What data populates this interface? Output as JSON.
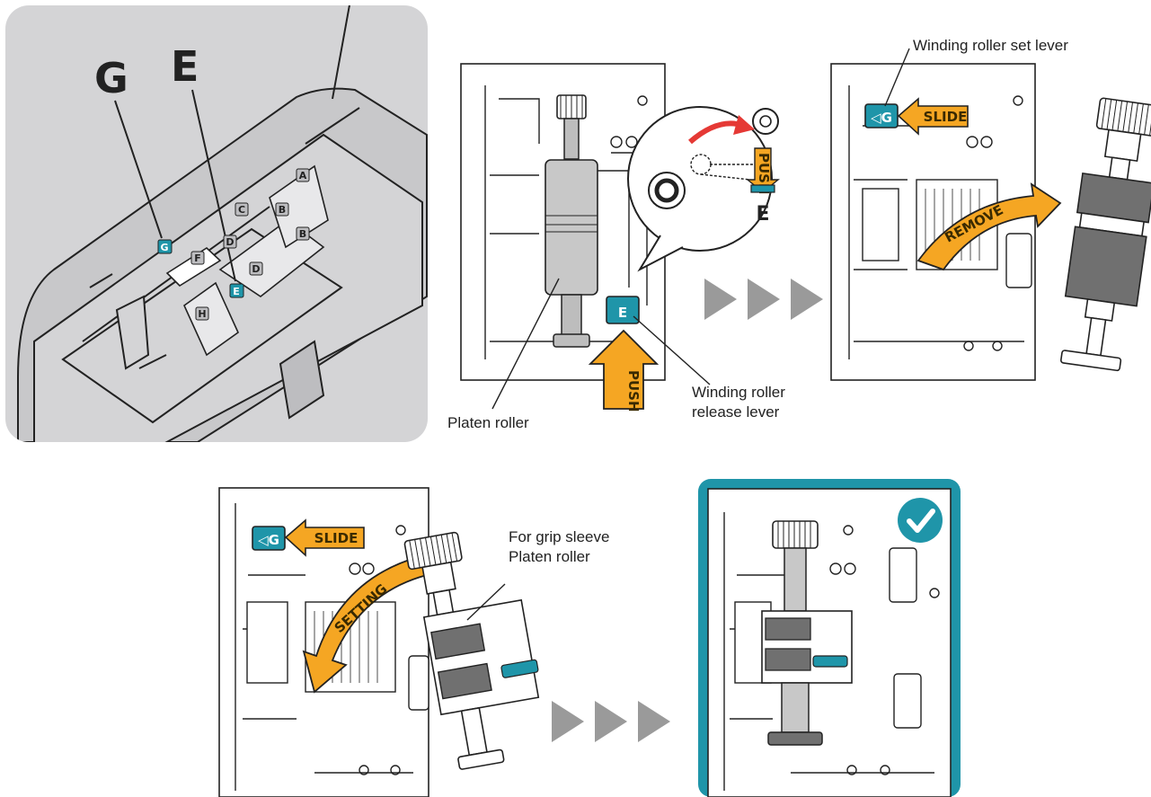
{
  "overview": {
    "big_labels": [
      "G",
      "E"
    ],
    "small_tags": [
      "A",
      "B",
      "B",
      "C",
      "D",
      "D",
      "F",
      "H",
      "G",
      "E"
    ]
  },
  "step1": {
    "push_label": "PUSH",
    "callout_push_label": "PUSH",
    "lever_tag": "E",
    "callout_letter": "E",
    "platen_roller_label": "Platen roller",
    "release_lever_label_line1": "Winding roller",
    "release_lever_label_line2": "release lever"
  },
  "step2": {
    "set_lever_label": "Winding roller set lever",
    "slide_label": "SLIDE",
    "lever_tag": "◁G",
    "remove_label": "REMOVE"
  },
  "step3": {
    "slide_label": "SLIDE",
    "lever_tag": "◁G",
    "setting_label": "SETTING",
    "grip_label_line1": "For grip sleeve",
    "grip_label_line2": "Platen roller"
  },
  "step4": {
    "check_icon": "check-circle-icon"
  },
  "colors": {
    "teal": "#1f95a9",
    "orange": "#f5a623",
    "red_arrow": "#e53935",
    "grey_panel": "#d4d4d6",
    "chevron_grey": "#9a9a9a",
    "roller_grey": "#707070"
  }
}
